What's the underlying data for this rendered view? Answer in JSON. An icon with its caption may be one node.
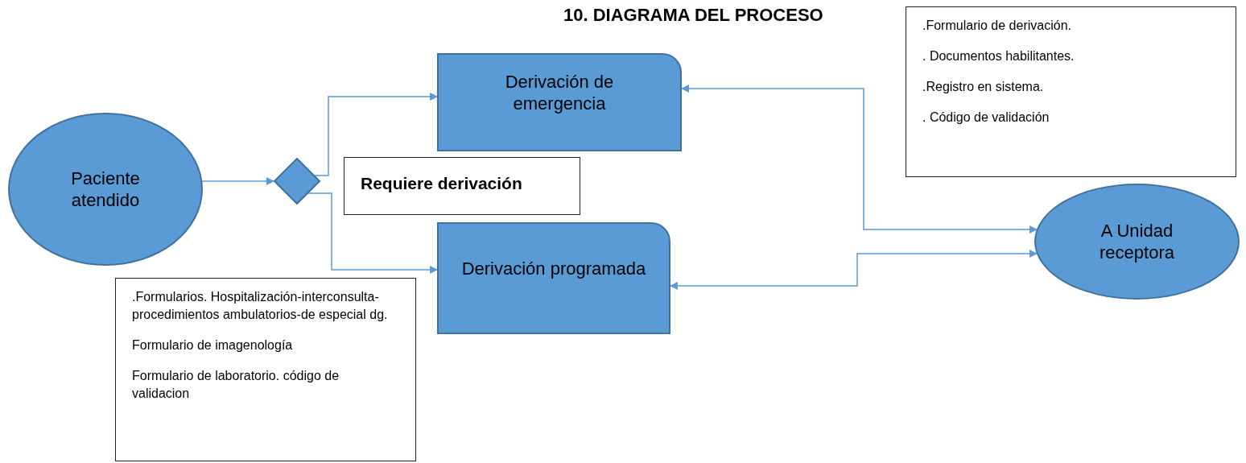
{
  "diagram": {
    "title": "10. DIAGRAMA DEL PROCESO",
    "nodes": [
      {
        "text": [
          "Paciente atendido"
        ]
      },
      {
        "text": [],
        "shape": "diamond"
      },
      {
        "text": [
          "Derivación de emergencia"
        ]
      },
      {
        "text": [
          "Requiere derivación"
        ]
      },
      {
        "text": [
          "Derivación programada"
        ]
      },
      {
        "text": [
          "A Unidad receptora"
        ]
      },
      {
        "text": [
          ".Formularios. Hospitalización-interconsulta- procedimientos ambulatorios-de especial dg.",
          "Formulario de imagenología",
          "Formulario de laboratorio. código de validacion"
        ]
      },
      {
        "text": [
          ".Formulario de derivación.",
          ". Documentos habilitantes.",
          ".Registro en sistema.",
          ". Código de validación"
        ]
      }
    ],
    "edges": [
      {
        "from": 0,
        "to": 1,
        "arrow": "to"
      },
      {
        "from": 1,
        "to": 2,
        "arrow": "to"
      },
      {
        "from": 1,
        "to": 4,
        "arrow": "to"
      },
      {
        "from": 2,
        "to": 5,
        "arrow": "both"
      },
      {
        "from": 4,
        "to": 5,
        "arrow": "both"
      }
    ]
  }
}
